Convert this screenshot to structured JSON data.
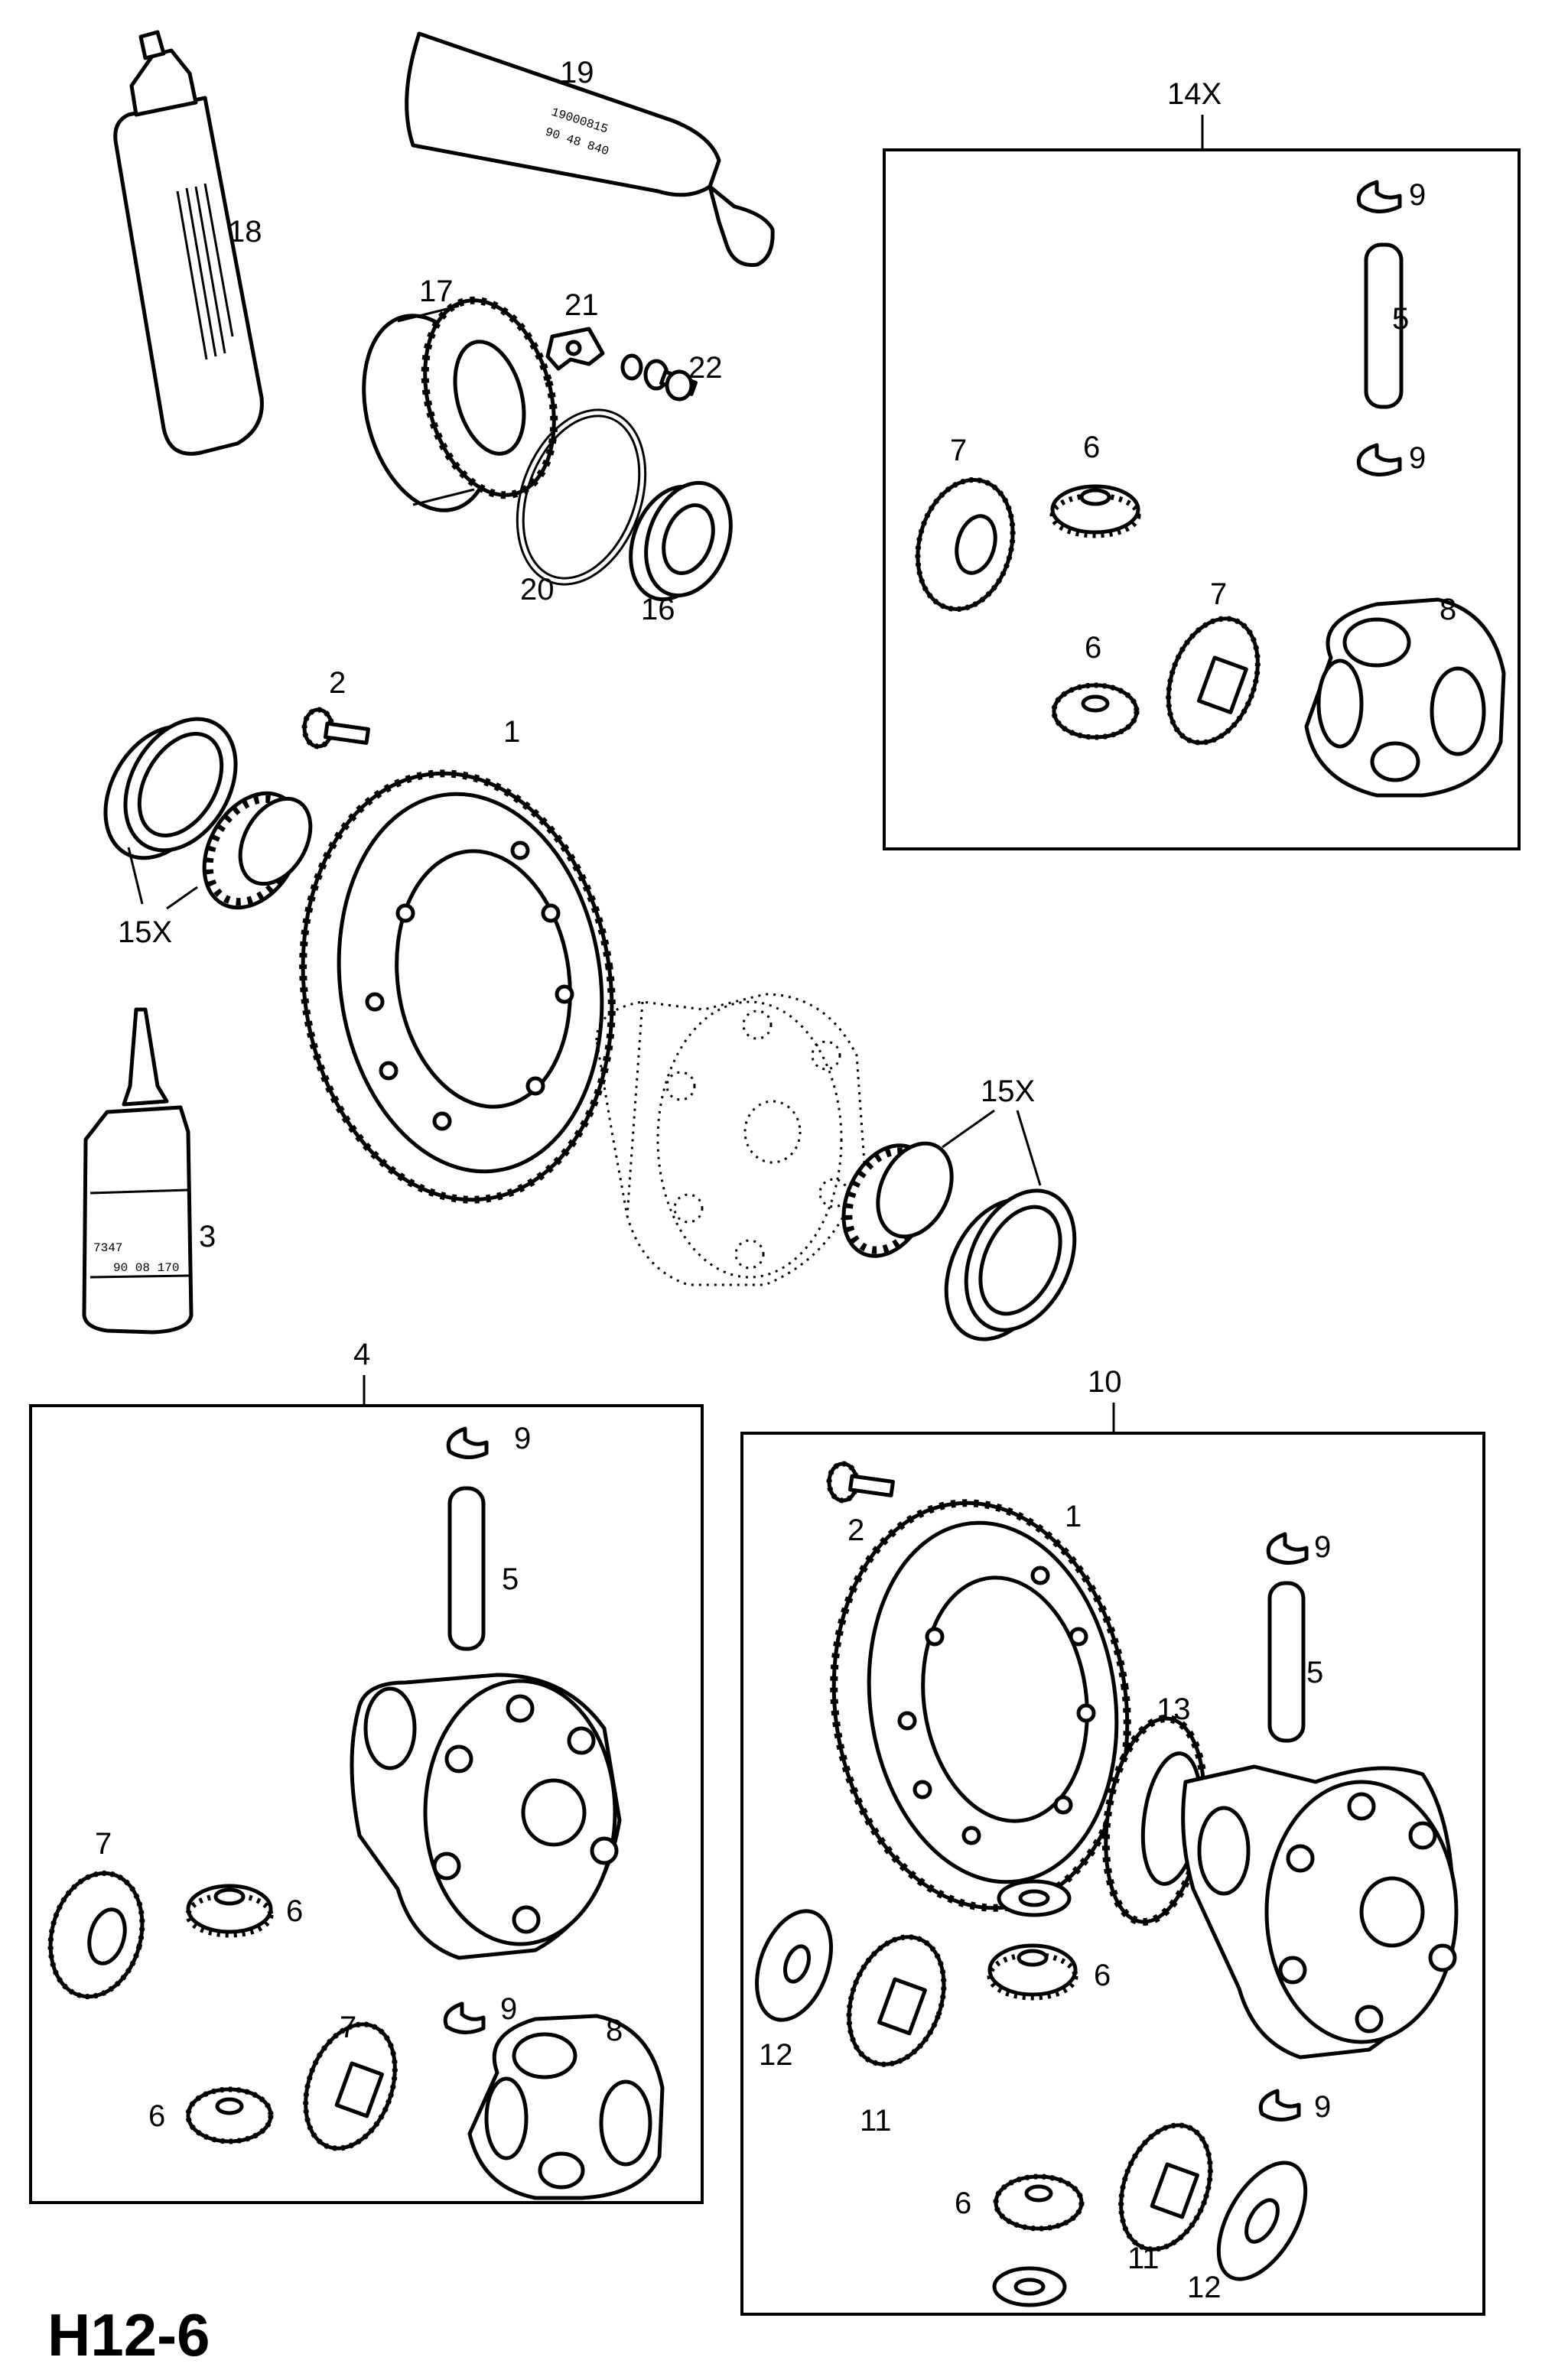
{
  "figure_code": "H12-6",
  "packages": {
    "grease_tube_text": [
      "19000815",
      "90 48 840"
    ],
    "locker_bottle_text": [
      "7347",
      "90 08 170"
    ]
  },
  "callouts": {
    "c1": "1",
    "c2": "2",
    "c3": "3",
    "c4": "4",
    "c5": "5",
    "c6": "6",
    "c7": "7",
    "c8": "8",
    "c9": "9",
    "c10": "10",
    "c11": "11",
    "c12": "12",
    "c13": "13",
    "c14x": "14X",
    "c15x": "15X",
    "c16": "16",
    "c17": "17",
    "c18": "18",
    "c19": "19",
    "c20": "20",
    "c21": "21",
    "c22": "22"
  }
}
